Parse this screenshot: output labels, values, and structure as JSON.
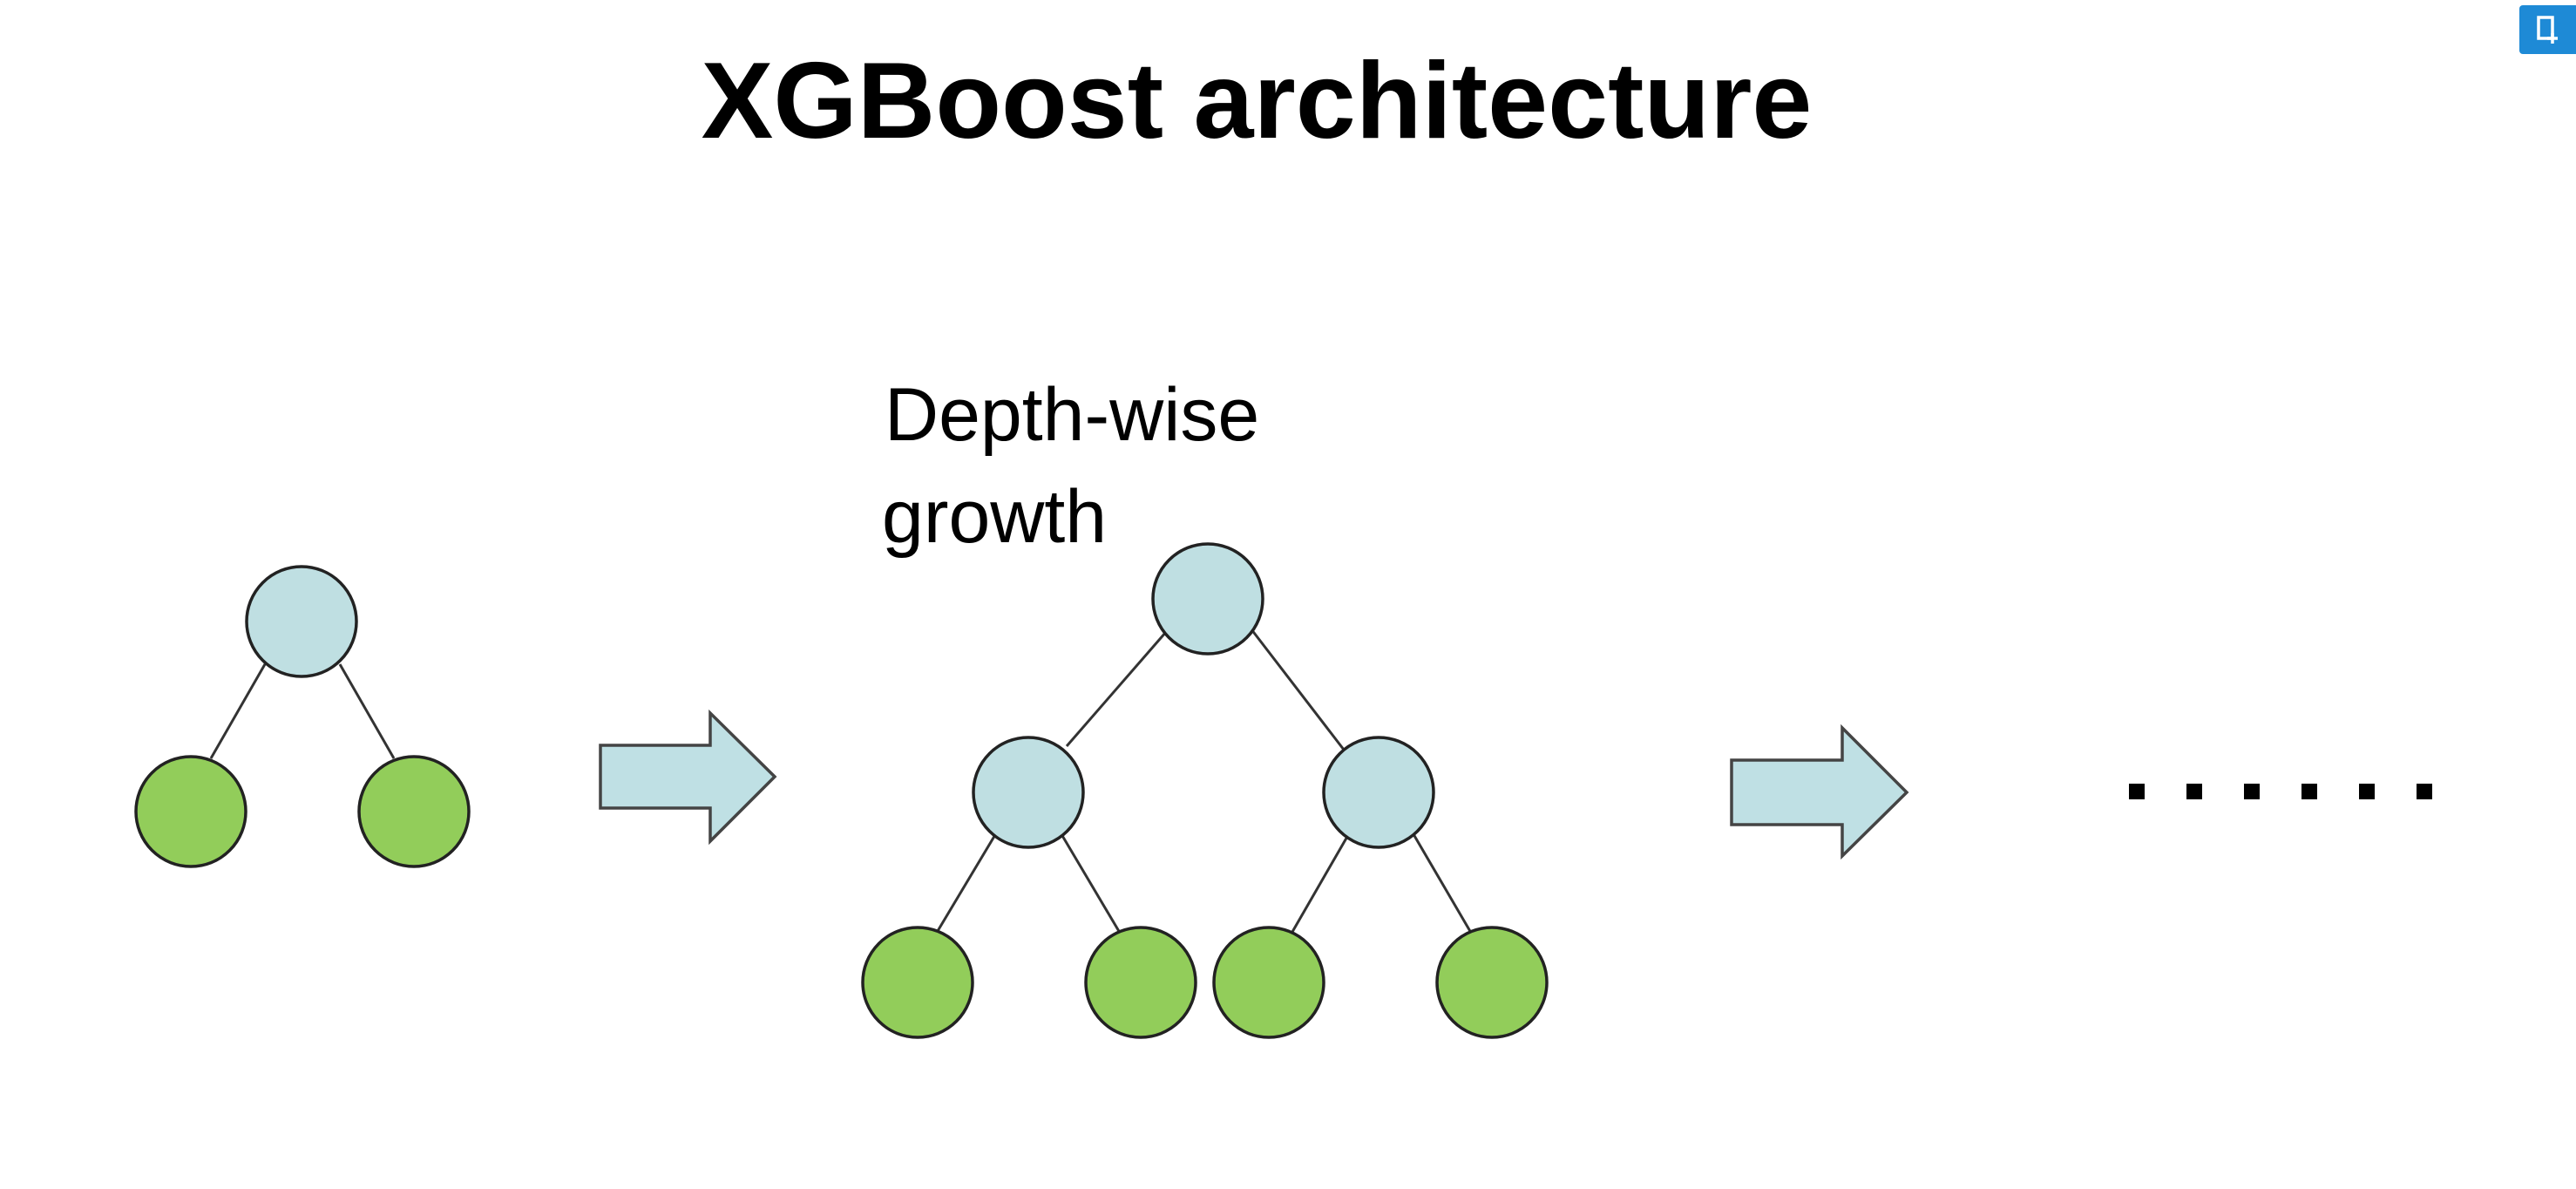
{
  "title": "XGBoost architecture",
  "growth_label": {
    "line1": "Depth-wise",
    "line2": "growth"
  },
  "colors": {
    "internal_node_fill": "#bfdfe2",
    "leaf_node_fill": "#92cd5a",
    "arrow_fill": "#bfe0e4",
    "corner_button": "#1e8ad6"
  },
  "trees": [
    {
      "id": "tree-1",
      "levels": 2,
      "internal_nodes": 1,
      "leaf_nodes": 2
    },
    {
      "id": "tree-2",
      "levels": 3,
      "internal_nodes": 3,
      "leaf_nodes": 4
    }
  ],
  "arrows": 2,
  "continuation_dots": 6,
  "corner_button_icon": "add-page-icon"
}
